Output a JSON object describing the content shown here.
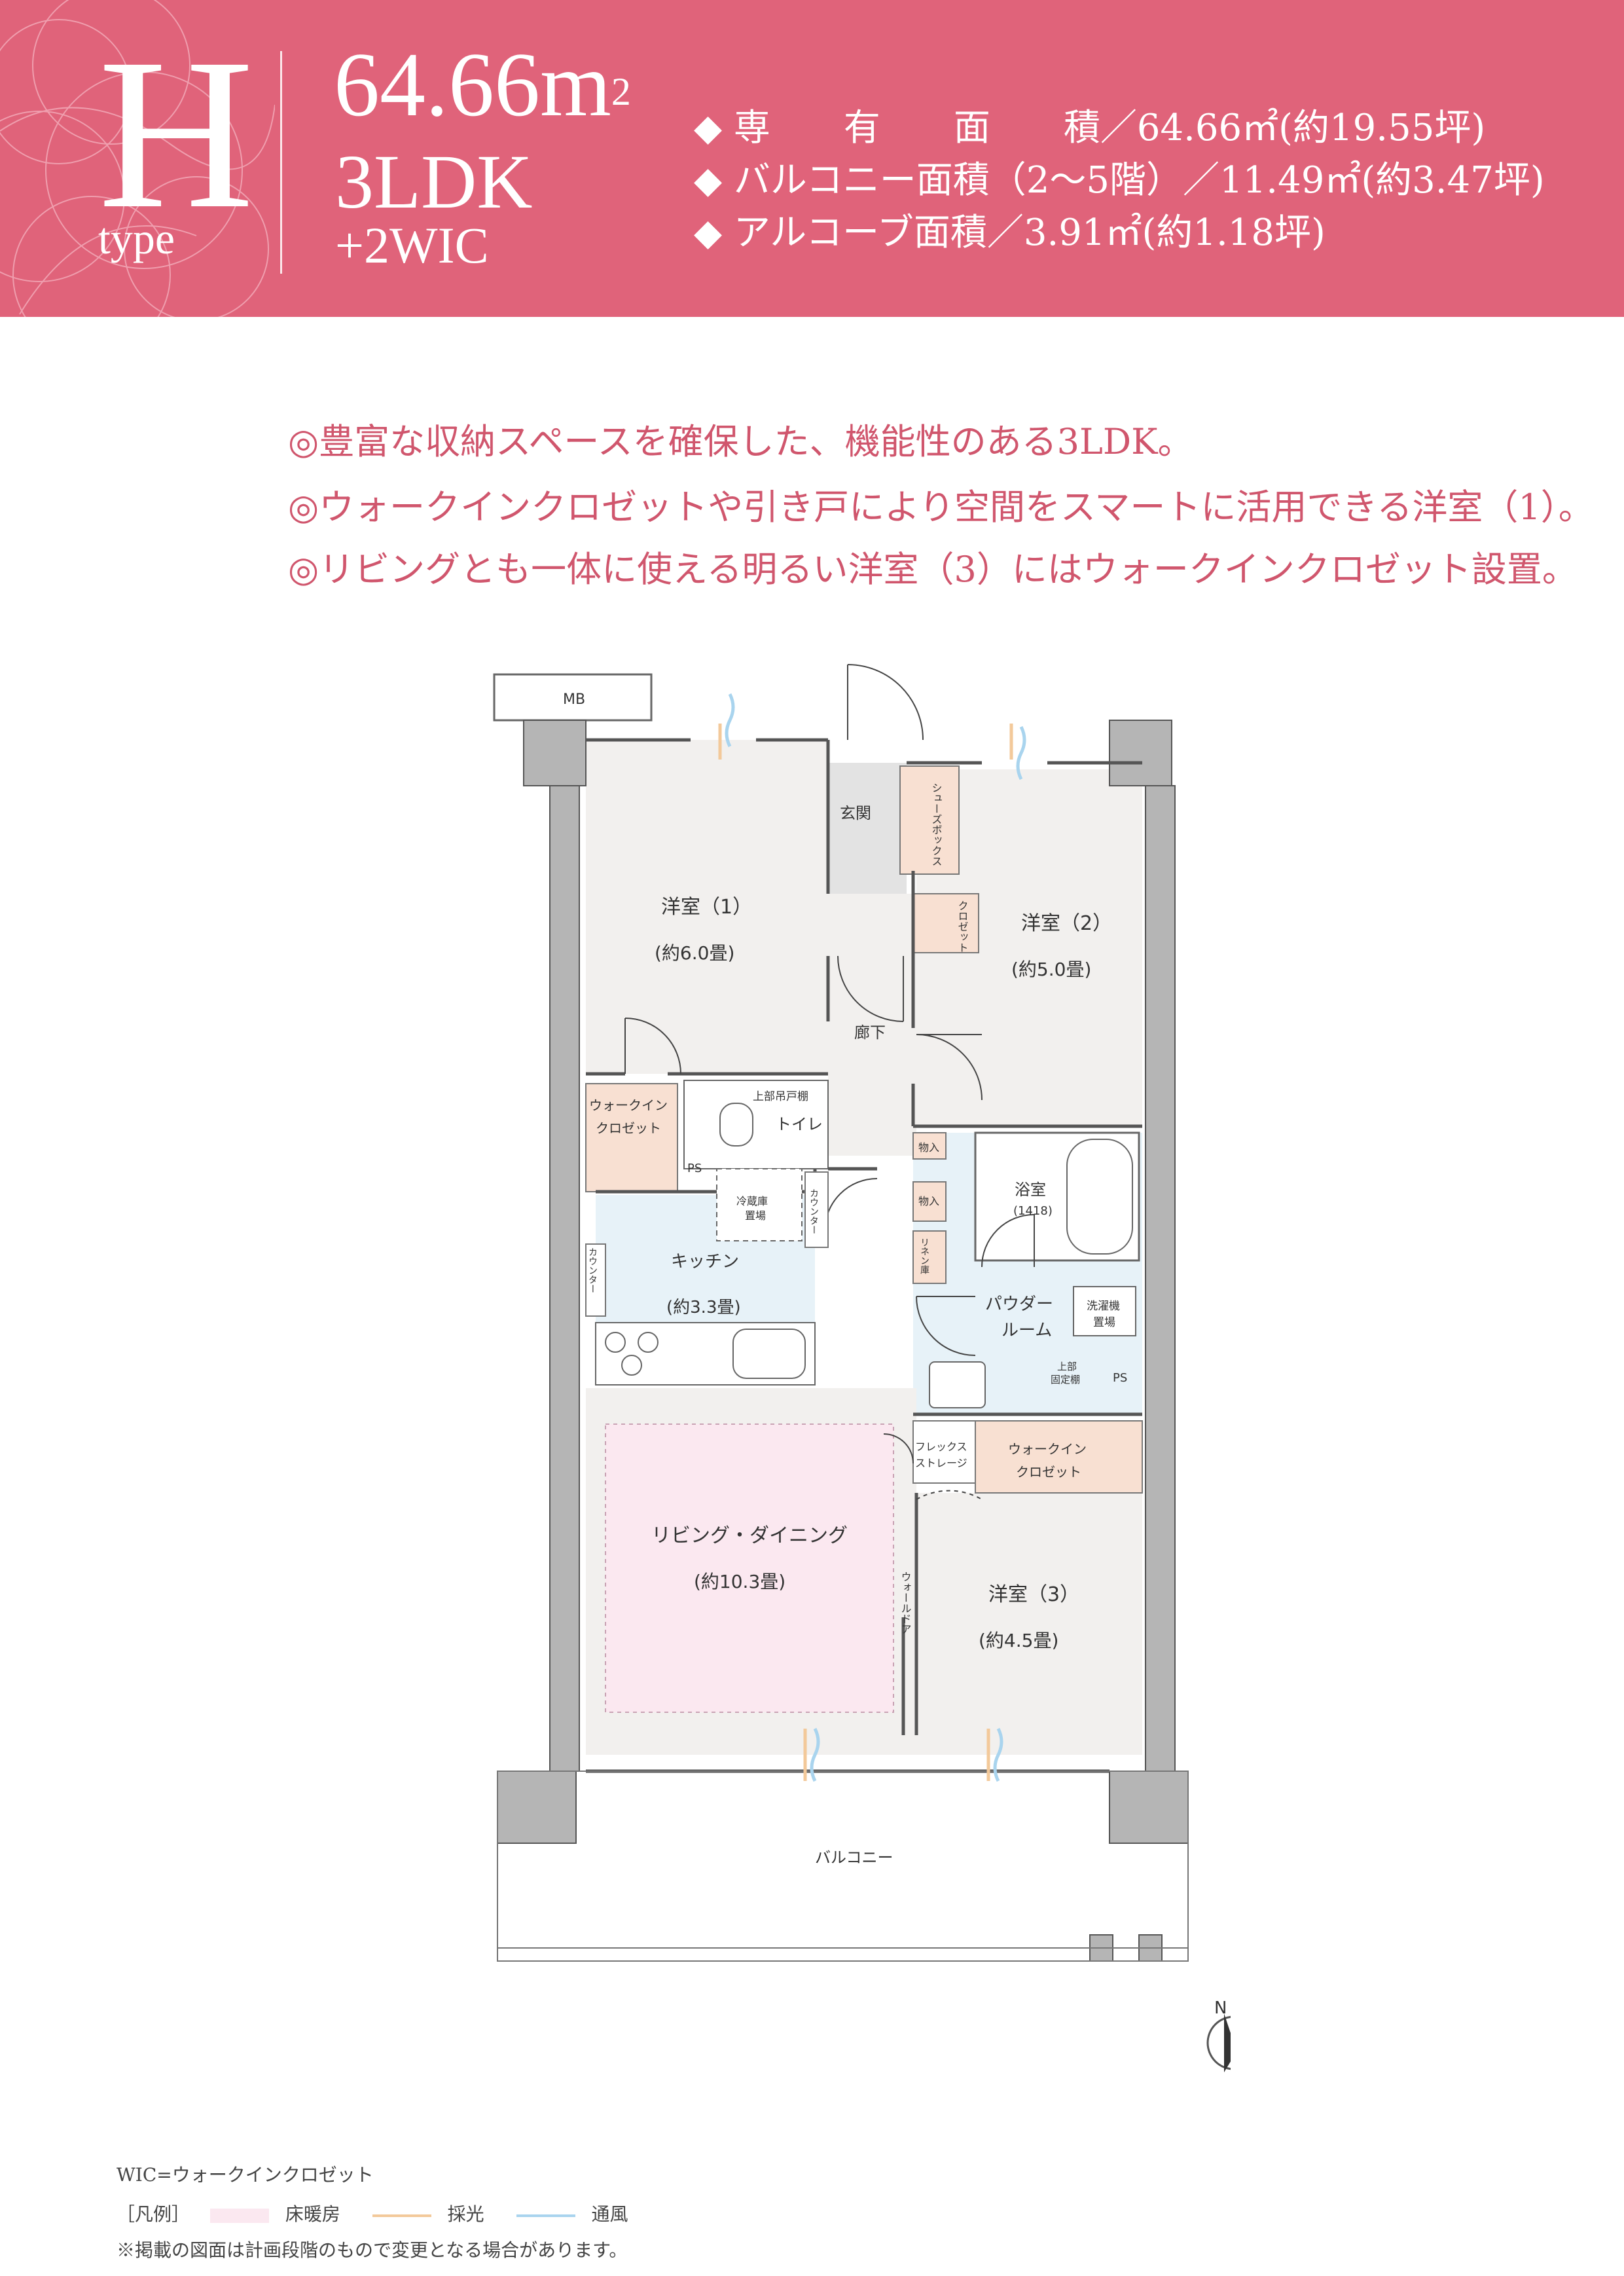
{
  "header": {
    "type_letter": "H",
    "type_word": "type",
    "area": "64.66",
    "area_unit": "m",
    "area_unit_sup": "2",
    "layout": "3LDK",
    "extra": "+2WIC",
    "specs": [
      "◆ 専　　有　　面　　積／64.66㎡(約19.55坪)",
      "◆ バルコニー面積（2〜5階）／11.49㎡(約3.47坪)",
      "◆ アルコーブ面積／3.91㎡(約1.18坪)"
    ],
    "bg_color": "#e0637a"
  },
  "features": [
    "◎豊富な収納スペースを確保した、機能性のある3LDK。",
    "◎ウォークインクロゼットや引き戸により空間をスマートに活用できる洋室（1）。",
    "◎リビングとも一体に使える明るい洋室（3）にはウォークインクロゼット設置。"
  ],
  "plan": {
    "mb": "MB",
    "genkan": "玄関",
    "shoes_box": "シューズボックス",
    "closet": "クロゼット",
    "room1": "洋室（1）",
    "room1_size": "(約6.0畳)",
    "room2": "洋室（2）",
    "room2_size": "(約5.0畳)",
    "hall": "廊下",
    "wic1_a": "ウォークイン",
    "wic1_b": "クロゼット",
    "upper_shelf": "上部吊戸棚",
    "toilet": "トイレ",
    "ps": "PS",
    "fridge_a": "冷蔵庫",
    "fridge_b": "置場",
    "counter": "カウンター",
    "storage": "物入",
    "bath": "浴室",
    "bath_size": "(1418)",
    "linen": "リネン庫",
    "kitchen": "キッチン",
    "kitchen_size": "(約3.3畳)",
    "powder_a": "パウダー",
    "powder_b": "ルーム",
    "washer_a": "洗濯機",
    "washer_b": "置場",
    "upper_fixed_a": "上部",
    "upper_fixed_b": "固定棚",
    "flex_a": "フレックス",
    "flex_b": "ストレージ",
    "wic2_a": "ウォークイン",
    "wic2_b": "クロゼット",
    "living": "リビング・ダイニング",
    "living_size": "(約10.3畳)",
    "wall_door": "ウォールドア",
    "room3": "洋室（3）",
    "room3_size": "(約4.5畳)",
    "balcony": "バルコニー",
    "north": "N"
  },
  "footer": {
    "wic_note": "WIC=ウォークインクロゼット",
    "legend_label": "［凡例］",
    "legend_floor_heating": "床暖房",
    "legend_light": "採光",
    "legend_wind": "通風",
    "note": "※掲載の図面は計画段階のもので変更となる場合があります。",
    "floor_heating_color": "#fbe8f0",
    "light_color": "#f3c99a",
    "wind_color": "#a9d4ee"
  }
}
